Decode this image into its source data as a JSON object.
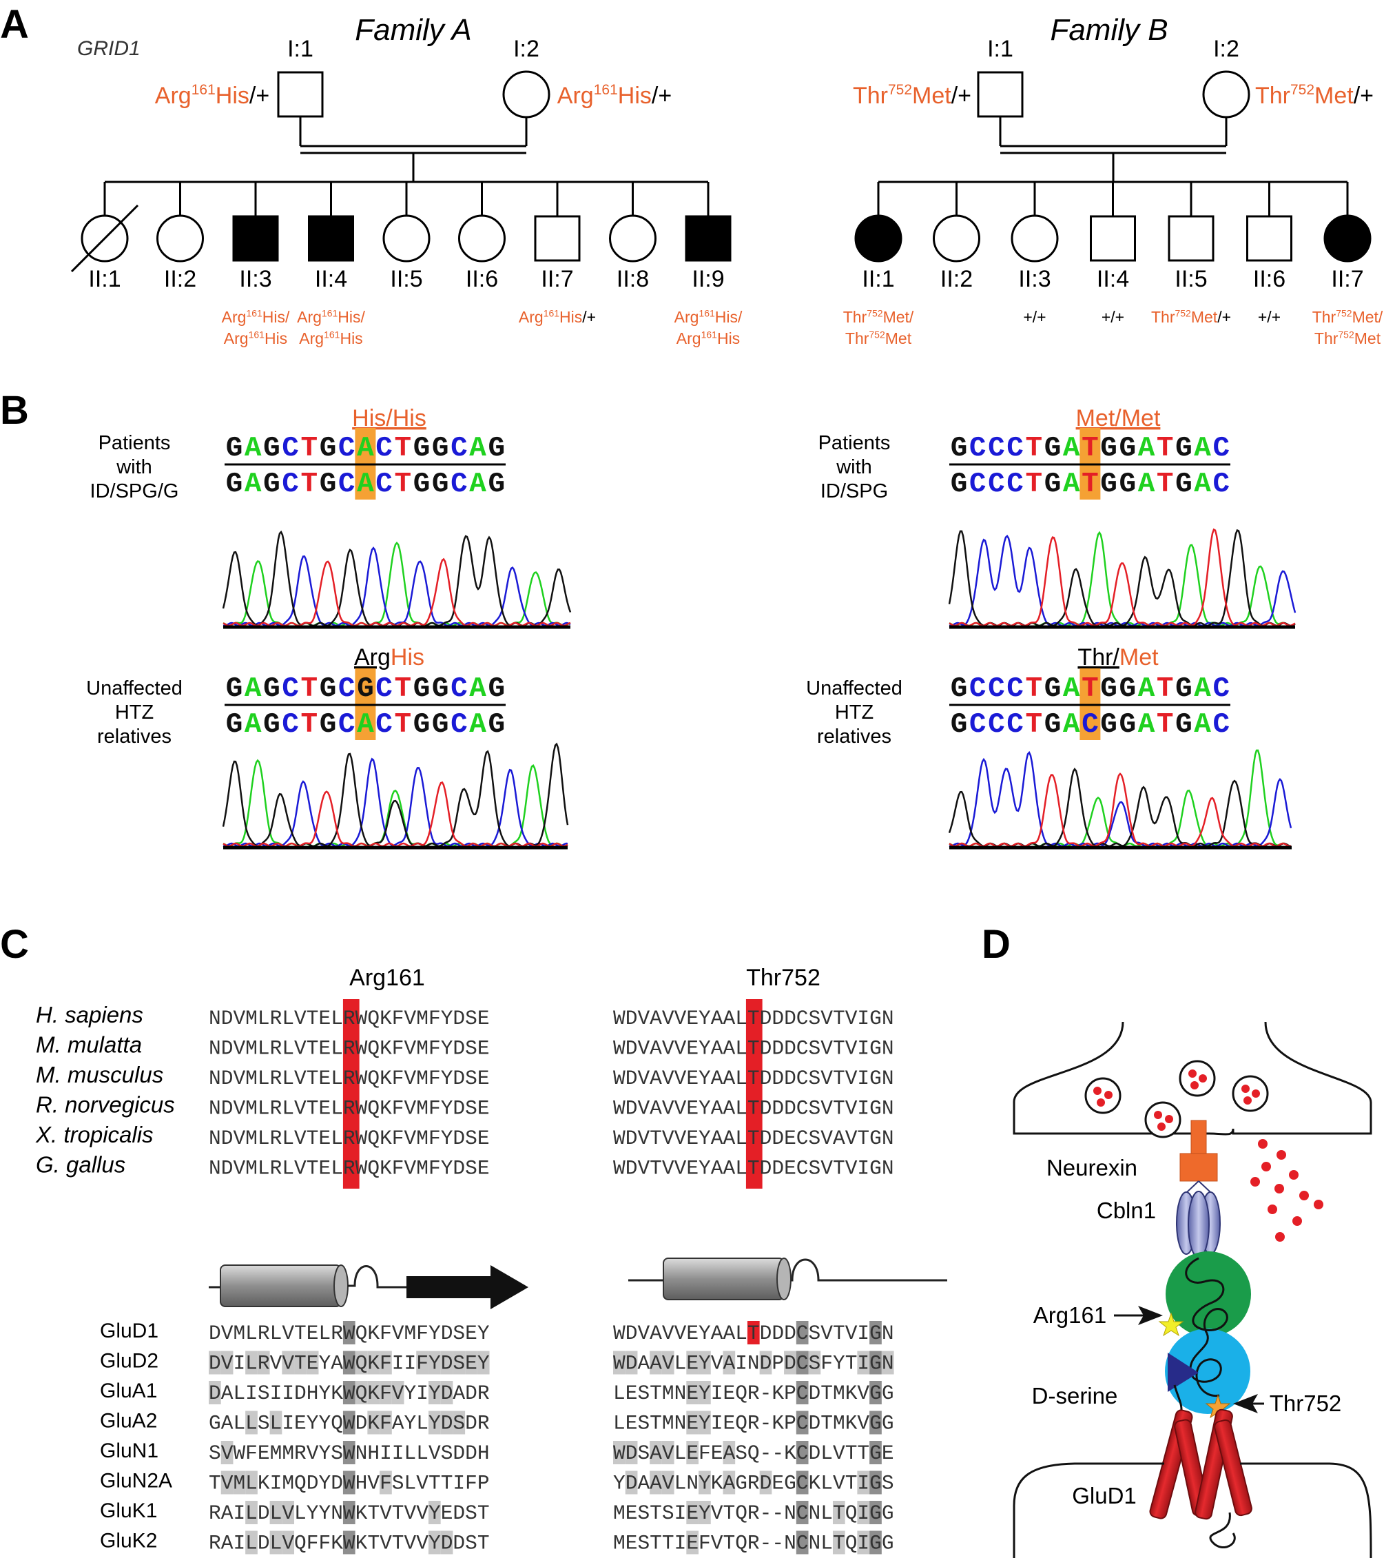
{
  "panel_labels": {
    "a": "A",
    "b": "B",
    "c": "C",
    "d": "D"
  },
  "colors": {
    "mutation_text": "#e8612c",
    "highlight_orange": "#f5a134",
    "conserved_red": "#e41f26",
    "base_A": "#1fd11f",
    "base_C": "#1a1ad6",
    "base_G": "#111111",
    "base_T": "#e41f26",
    "shade_light": "#c8c8c8",
    "shade_dark": "#8e8e8e"
  },
  "panel_a": {
    "gene": "GRID1",
    "family_a": {
      "title": "Family A",
      "parents": [
        {
          "id": "I:1",
          "sex": "male",
          "pre": "Arg",
          "sup": "161",
          "mut": "His",
          "suffix": "/+"
        },
        {
          "id": "I:2",
          "sex": "female",
          "pre": "Arg",
          "sup": "161",
          "mut": "His",
          "suffix": "/+"
        }
      ],
      "children": [
        {
          "id": "II:1",
          "sex": "female",
          "affected": false,
          "deceased": true,
          "g1": "",
          "g2": ""
        },
        {
          "id": "II:2",
          "sex": "female",
          "affected": false,
          "deceased": false,
          "g1": "",
          "g2": ""
        },
        {
          "id": "II:3",
          "sex": "male",
          "affected": true,
          "deceased": false,
          "g1": "Arg161His/",
          "g2": "Arg161His"
        },
        {
          "id": "II:4",
          "sex": "male",
          "affected": true,
          "deceased": false,
          "g1": "Arg161His/",
          "g2": "Arg161His"
        },
        {
          "id": "II:5",
          "sex": "female",
          "affected": false,
          "deceased": false,
          "g1": "",
          "g2": ""
        },
        {
          "id": "II:6",
          "sex": "female",
          "affected": false,
          "deceased": false,
          "g1": "",
          "g2": ""
        },
        {
          "id": "II:7",
          "sex": "male",
          "affected": false,
          "deceased": false,
          "g1": "Arg161His/+",
          "g2": ""
        },
        {
          "id": "II:8",
          "sex": "female",
          "affected": false,
          "deceased": false,
          "g1": "",
          "g2": ""
        },
        {
          "id": "II:9",
          "sex": "male",
          "affected": true,
          "deceased": false,
          "g1": "Arg161His/",
          "g2": "Arg161His"
        }
      ]
    },
    "family_b": {
      "title": "Family B",
      "parents": [
        {
          "id": "I:1",
          "sex": "male",
          "pre": "Thr",
          "sup": "752",
          "mut": "Met",
          "suffix": "/+"
        },
        {
          "id": "I:2",
          "sex": "female",
          "pre": "Thr",
          "sup": "752",
          "mut": "Met",
          "suffix": "/+"
        }
      ],
      "children": [
        {
          "id": "II:1",
          "sex": "female",
          "affected": true,
          "deceased": false,
          "g1": "Thr752Met/",
          "g2": "Thr752Met"
        },
        {
          "id": "II:2",
          "sex": "female",
          "affected": false,
          "deceased": false,
          "g1": "",
          "g2": ""
        },
        {
          "id": "II:3",
          "sex": "female",
          "affected": false,
          "deceased": false,
          "g1": "+/+",
          "g2": ""
        },
        {
          "id": "II:4",
          "sex": "male",
          "affected": false,
          "deceased": false,
          "g1": "+/+",
          "g2": ""
        },
        {
          "id": "II:5",
          "sex": "male",
          "affected": false,
          "deceased": false,
          "g1": "Thr752Met/+",
          "g2": ""
        },
        {
          "id": "II:6",
          "sex": "male",
          "affected": false,
          "deceased": false,
          "g1": "+/+",
          "g2": ""
        },
        {
          "id": "II:7",
          "sex": "female",
          "affected": true,
          "deceased": false,
          "g1": "Thr752Met/",
          "g2": "Thr752Met"
        }
      ]
    }
  },
  "panel_b": {
    "left": {
      "patients_title": "His/His",
      "patients_label": [
        "Patients",
        "with",
        "ID/SPG/G"
      ],
      "patients_seqs": [
        "GAGCTGCACTGGCAG",
        "GAGCTGCACTGGCAG"
      ],
      "unaffected_title_a": "Arg",
      "unaffected_title_b": "His",
      "unaffected_label": [
        "Unaffected",
        "HTZ",
        "relatives"
      ],
      "unaffected_seqs": [
        "GAGCTGCGCTGGCAG",
        "GAGCTGCACTGGCAG"
      ],
      "highlight_index": 7
    },
    "right": {
      "patients_title": "Met/Met",
      "patients_label": [
        "Patients",
        "with",
        "ID/SPG"
      ],
      "patients_seqs": [
        "GCCCTGATGGATGAC",
        "GCCCTGATGGATGAC"
      ],
      "unaffected_title_a": "Thr/",
      "unaffected_title_b": "Met",
      "unaffected_label": [
        "Unaffected",
        "HTZ",
        "relatives"
      ],
      "unaffected_seqs": [
        "GCCCTGATGGATGAC",
        "GCCCTGACGGATGAC"
      ],
      "highlight_index": 7
    }
  },
  "panel_c": {
    "header_left": "Arg161",
    "header_right": "Thr752",
    "species": [
      {
        "name": "H. sapiens",
        "left": "NDVMLRLVTELRWQKFVMFYDSE",
        "right": "WDVAVVEYAALTDDDCSVTVIGN"
      },
      {
        "name": "M. mulatta",
        "left": "NDVMLRLVTELRWQKFVMFYDSE",
        "right": "WDVAVVEYAALTDDDCSVTVIGN"
      },
      {
        "name": "M. musculus",
        "left": "NDVMLRLVTELRWQKFVMFYDSE",
        "right": "WDVAVVEYAALTDDDCSVTVIGN"
      },
      {
        "name": "R. norvegicus",
        "left": "NDVMLRLVTELRWQKFVMFYDSE",
        "right": "WDVAVVEYAALTDDDCSVTVIGN"
      },
      {
        "name": "X. tropicalis",
        "left": "NDVMLRLVTELRWQKFVMFYDSE",
        "right": "WDVTVVEYAALTDDECSVAVTGN"
      },
      {
        "name": "G. gallus",
        "left": "NDVMLRLVTELRWQKFVMFYDSE",
        "right": "WDVTVVEYAALTDDECSVTVIGN"
      }
    ],
    "receptors": [
      {
        "name": "GluD1",
        "left": "DVMLRLVTELRWQKFVMFYDSEY",
        "right": "WDVAVVEYAALTDDDCSVTVIGN"
      },
      {
        "name": "GluD2",
        "left": "DVILRVVTEYAWQKFIIFYDSEY",
        "right": "WDAAVLEYVAINDPDCSFYTIGN"
      },
      {
        "name": "GluA1",
        "left": "DALISIIDHYKWQKFVYIYDADR",
        "right": "LESTMNEYIEQR-KPCDTMKVGG"
      },
      {
        "name": "GluA2",
        "left": "GALLSLIEYYQWDKFAYLYDSDR",
        "right": "LESTMNEYIEQR-KPCDTMKVGG"
      },
      {
        "name": "GluN1",
        "left": "SVWFEMMRVYSWNHIILLVSDDH",
        "right": "WDSAVLEFEASQ--KCDLVTTGE"
      },
      {
        "name": "GluN2A",
        "left": "TVMLKIMQDYDWHVFSLVTTIFP",
        "right": "YDAAVLNYKAGRDEGCKLVTIGS"
      },
      {
        "name": "GluK1",
        "left": "RAILDLVLYYNWKTVTVVYEDST",
        "right": "MESTSIEYVTQR--NCNLTQIGG"
      },
      {
        "name": "GluK2",
        "left": "RAILDLVQFFKWKTVTVVYDDST",
        "right": "MESTTIEFVTQR--NCNLTQIGG"
      }
    ]
  },
  "panel_d": {
    "labels": {
      "neurexin": "Neurexin",
      "cbln1": "Cbln1",
      "arg161": "Arg161",
      "dserine": "D-serine",
      "thr752": "Thr752",
      "glud1": "GluD1"
    }
  }
}
